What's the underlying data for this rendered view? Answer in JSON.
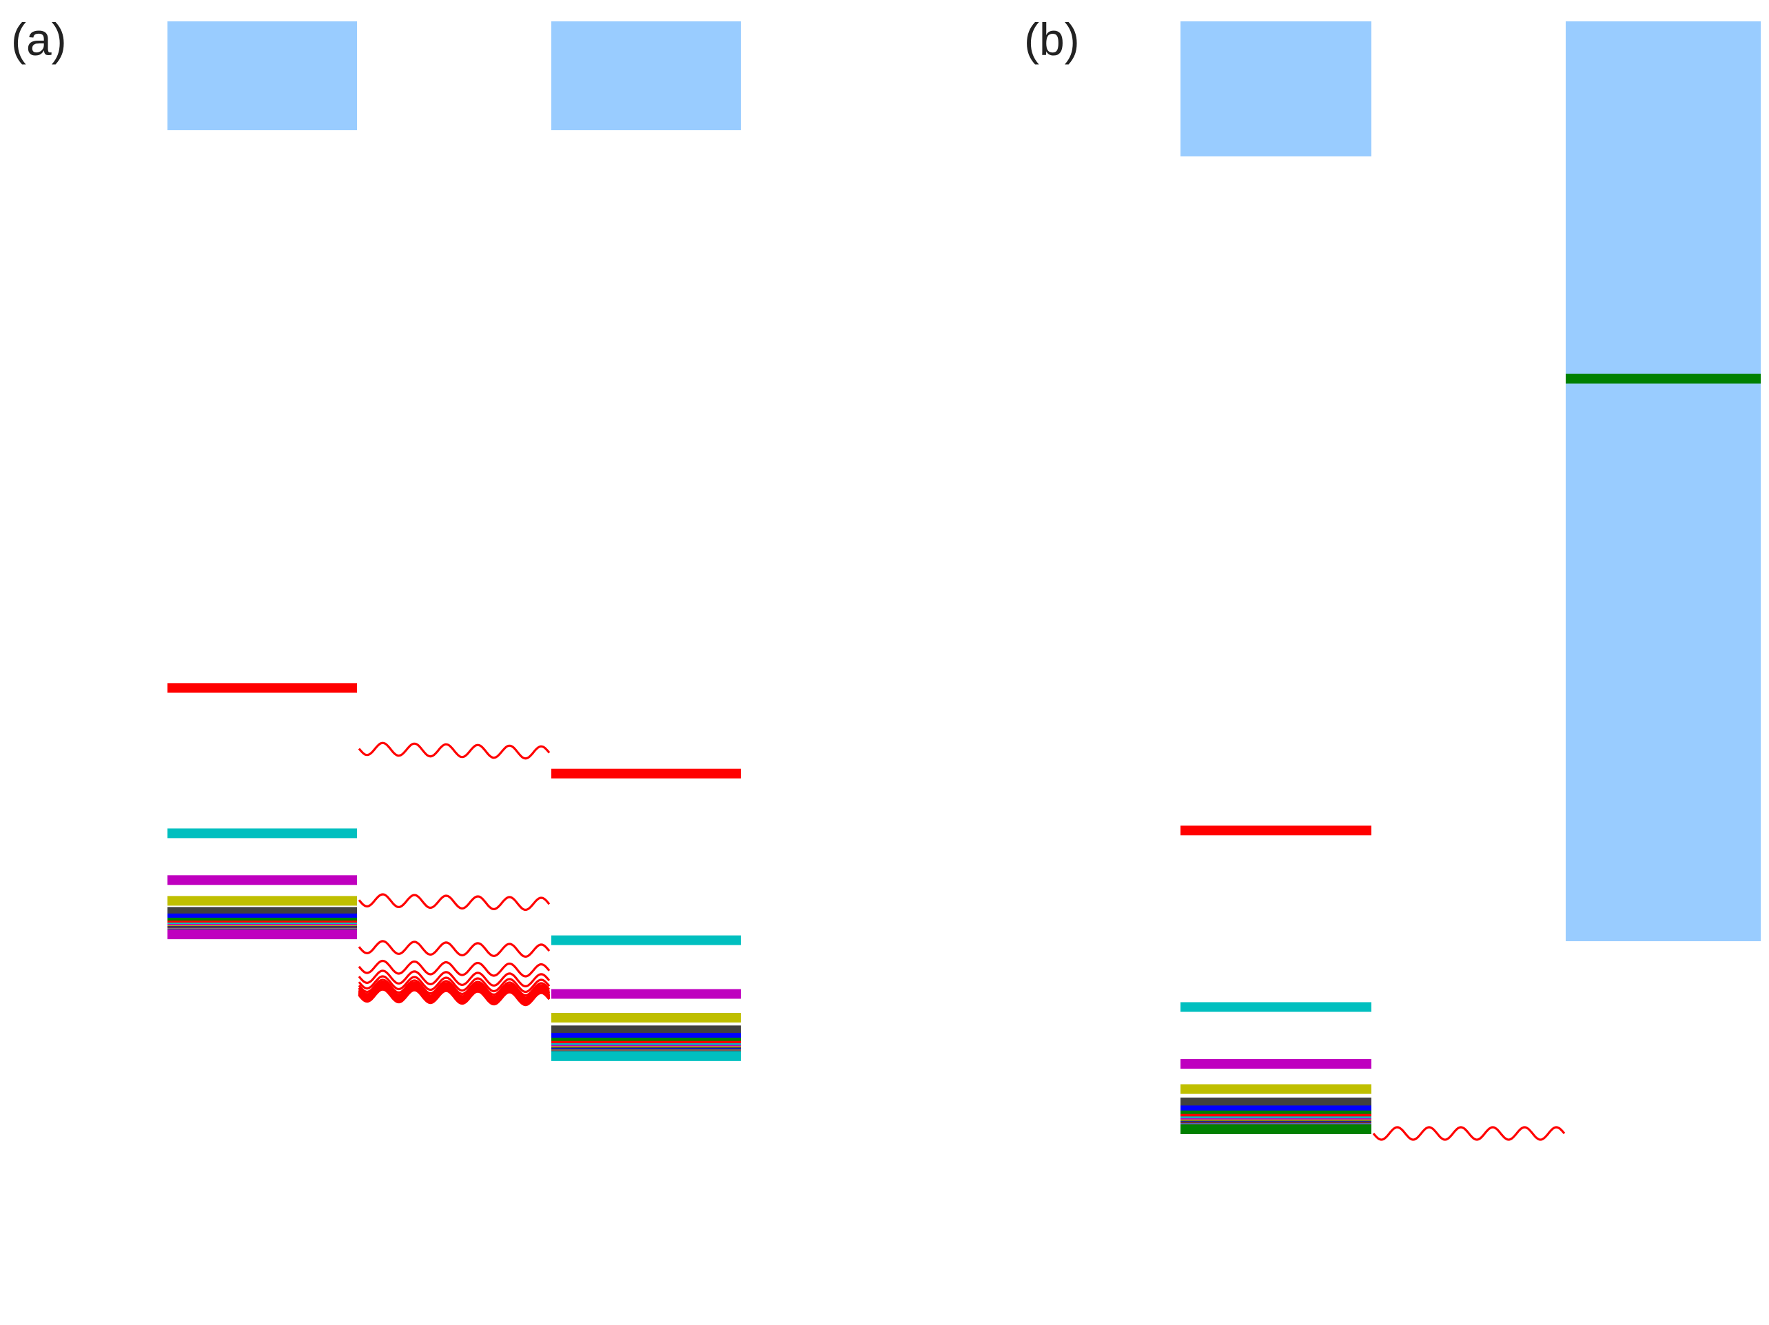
{
  "colors": {
    "continuum": "#99ccff",
    "wave": "#ff0000",
    "cycle": [
      "#bf00bf",
      "#00bfbf",
      "#ff0000",
      "#008000",
      "#0000ff",
      "#404040",
      "#bfbf00"
    ]
  },
  "panel_a": {
    "label": "(a)",
    "left_levels": [
      "#008000",
      "#ff0000",
      "#00bfbf",
      "#bf00bf",
      "#bfbf00",
      "#404040",
      "#0000ff",
      "#008000",
      "#ff0000",
      "#00bfbf",
      "#bf00bf",
      "#bfbf00",
      "#404040",
      "#0000ff",
      "#008000",
      "#ff0000",
      "#00bfbf",
      "#bf00bf",
      "#bfbf00",
      "#404040",
      "#0000ff",
      "#008000",
      "#ff0000",
      "#00bfbf",
      "#bf00bf"
    ],
    "right_levels": [
      "#008000",
      "#ff0000",
      "#00bfbf",
      "#bf00bf",
      "#bfbf00",
      "#404040",
      "#0000ff",
      "#008000",
      "#ff0000",
      "#00bfbf",
      "#bf00bf",
      "#bfbf00",
      "#404040",
      "#0000ff",
      "#008000",
      "#ff0000",
      "#00bfbf",
      "#bf00bf",
      "#bfbf00",
      "#404040",
      "#0000ff",
      "#008000",
      "#ff0000",
      "#00bfbf",
      "#00bfbf"
    ],
    "coupling_lines": 24
  },
  "panel_b": {
    "label": "(b)",
    "left_levels": [
      "#008000",
      "#ff0000",
      "#00bfbf",
      "#bf00bf",
      "#bfbf00",
      "#404040",
      "#0000ff",
      "#008000",
      "#ff0000",
      "#00bfbf",
      "#bf00bf",
      "#bfbf00",
      "#404040",
      "#0000ff",
      "#008000",
      "#ff0000",
      "#00bfbf",
      "#bf00bf",
      "#bfbf00",
      "#404040",
      "#0000ff",
      "#008000"
    ],
    "right_levels": [
      "#00bfbf",
      "#bf00bf",
      "#bfbf00",
      "#404040",
      "#0000ff",
      "#008000",
      "#ff0000",
      "#00bfbf",
      "#bf00bf",
      "#bfbf00",
      "#404040",
      "#0000ff",
      "#008000",
      "#ff0000",
      "#00bfbf",
      "#bf00bf",
      "#bfbf00",
      "#404040",
      "#0000ff",
      "#008000"
    ],
    "coupling_lines": 1
  }
}
